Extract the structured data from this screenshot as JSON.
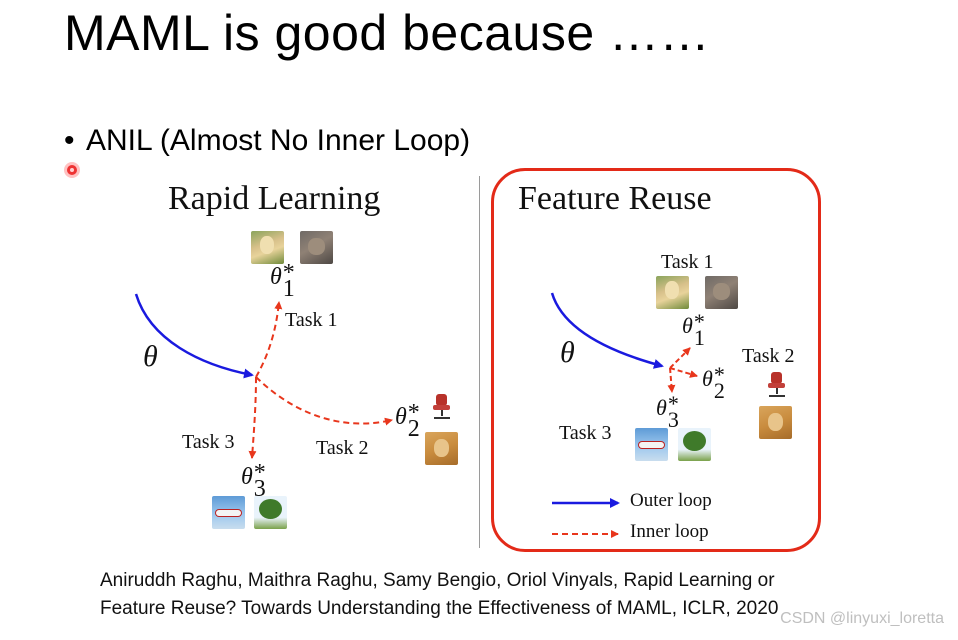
{
  "slide": {
    "title": "MAML is good because ……",
    "bullet_marker": "•",
    "bullet": "ANIL (Almost No Inner Loop)",
    "citation_line1": "Aniruddh Raghu, Maithra Raghu, Samy Bengio, Oriol Vinyals, Rapid Learning or",
    "citation_line2": "Feature Reuse? Towards Understanding the Effectiveness of MAML, ICLR, 2020",
    "watermark": "CSDN @linyuxi_loretta"
  },
  "figure": {
    "left_panel": {
      "title": "Rapid Learning",
      "theta": "θ",
      "task1": "Task 1",
      "task2": "Task 2",
      "task3": "Task 3"
    },
    "right_panel": {
      "title": "Feature Reuse",
      "theta": "θ",
      "task1": "Task 1",
      "task2": "Task 2",
      "task3": "Task 3"
    },
    "theta_star": "θ",
    "star": "*",
    "sub1": "1",
    "sub2": "2",
    "sub3": "3",
    "legend": {
      "outer": "Outer loop",
      "inner": "Inner loop"
    },
    "colors": {
      "outer_loop": "#1a1adf",
      "inner_loop": "#e8361c",
      "highlight_box": "#e32a18"
    },
    "thumbnails": [
      "dog",
      "cat",
      "office chair",
      "lion",
      "airplane",
      "tree"
    ]
  }
}
